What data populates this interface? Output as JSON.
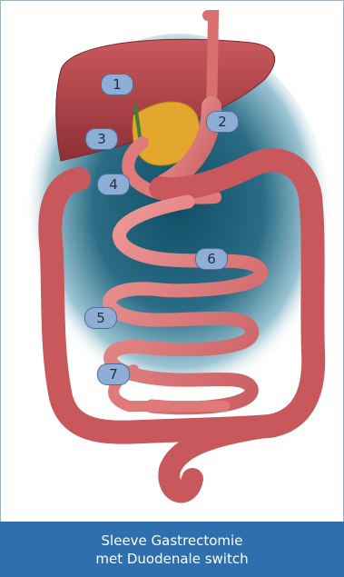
{
  "caption": {
    "line1": "Sleeve Gastrectomie",
    "line2": "met Duodenale switch"
  },
  "labels": [
    "1",
    "2",
    "3",
    "4",
    "5",
    "6",
    "7"
  ],
  "colors": {
    "background_glow": "#2a6c84",
    "liver": "#b4444a",
    "pancreas": "#e3a72e",
    "intestine": "#e0797a",
    "intestine_dark": "#b34a4c",
    "badge_fill": "#8eaed6",
    "badge_border": "#4e6f97",
    "caption_bar": "#2f6fae",
    "caption_text": "#ffffff"
  }
}
